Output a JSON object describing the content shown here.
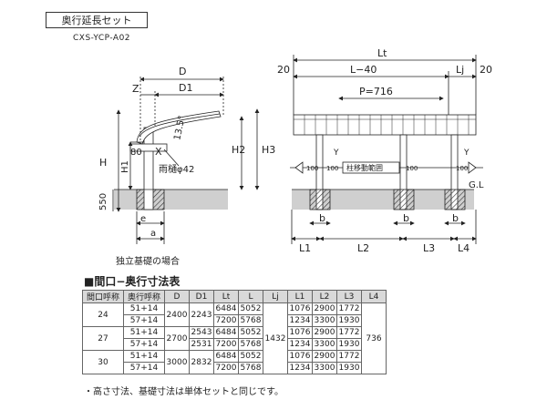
{
  "header": {
    "title": "奥行延長セット",
    "model": "CXS-YCP-A02"
  },
  "side_view": {
    "labels": {
      "D": "D",
      "D1": "D1",
      "Z": "Z",
      "X": "X",
      "angle": "13.5°",
      "H": "H",
      "H1": "H1",
      "H2": "H2",
      "H3": "H3",
      "v80": "80",
      "v550": "550",
      "gutter": "雨樋φ42",
      "e": "e",
      "a": "a"
    },
    "caption": "独立基礎の場合"
  },
  "front_view": {
    "labels": {
      "Lt": "Lt",
      "L40": "L−40",
      "Lj": "Lj",
      "left20": "20",
      "right20": "20",
      "pitch": "P=716",
      "range": "柱移動範囲",
      "v100": "100",
      "Y": "Y",
      "GL": "G.L",
      "b": "b",
      "L1": "L1",
      "L2": "L2",
      "L3": "L3",
      "L4": "L4"
    }
  },
  "table": {
    "title": "■間口−奥行寸法表",
    "headers": [
      "間口呼称",
      "奥行呼称",
      "D",
      "D1",
      "Lt",
      "L",
      "Lj",
      "L1",
      "L2",
      "L3",
      "L4"
    ],
    "lj": "1432",
    "l4": "736",
    "groups": [
      {
        "frontage": "24",
        "D": "2400",
        "D1": "2243",
        "rows": [
          {
            "depth": "51+14",
            "Lt": "6484",
            "L": "5052",
            "L1": "1076",
            "L2": "2900",
            "L3": "1772"
          },
          {
            "depth": "57+14",
            "Lt": "7200",
            "L": "5768",
            "L1": "1234",
            "L2": "3300",
            "L3": "1930"
          }
        ]
      },
      {
        "frontage": "27",
        "D": "2700",
        "rows": [
          {
            "depth": "51+14",
            "D1": "2543",
            "Lt": "6484",
            "L": "5052",
            "L1": "1076",
            "L2": "2900",
            "L3": "1772"
          },
          {
            "depth": "57+14",
            "D1": "2531",
            "Lt": "7200",
            "L": "5768",
            "L1": "1234",
            "L2": "3300",
            "L3": "1930"
          }
        ]
      },
      {
        "frontage": "30",
        "D": "3000",
        "D1": "2832",
        "rows": [
          {
            "depth": "51+14",
            "Lt": "6484",
            "L": "5052",
            "L1": "1076",
            "L2": "2900",
            "L3": "1772"
          },
          {
            "depth": "57+14",
            "Lt": "7200",
            "L": "5768",
            "L1": "1234",
            "L2": "3300",
            "L3": "1930"
          }
        ]
      }
    ]
  },
  "footnote": "・高さ寸法、基礎寸法は単体セットと同じです。"
}
